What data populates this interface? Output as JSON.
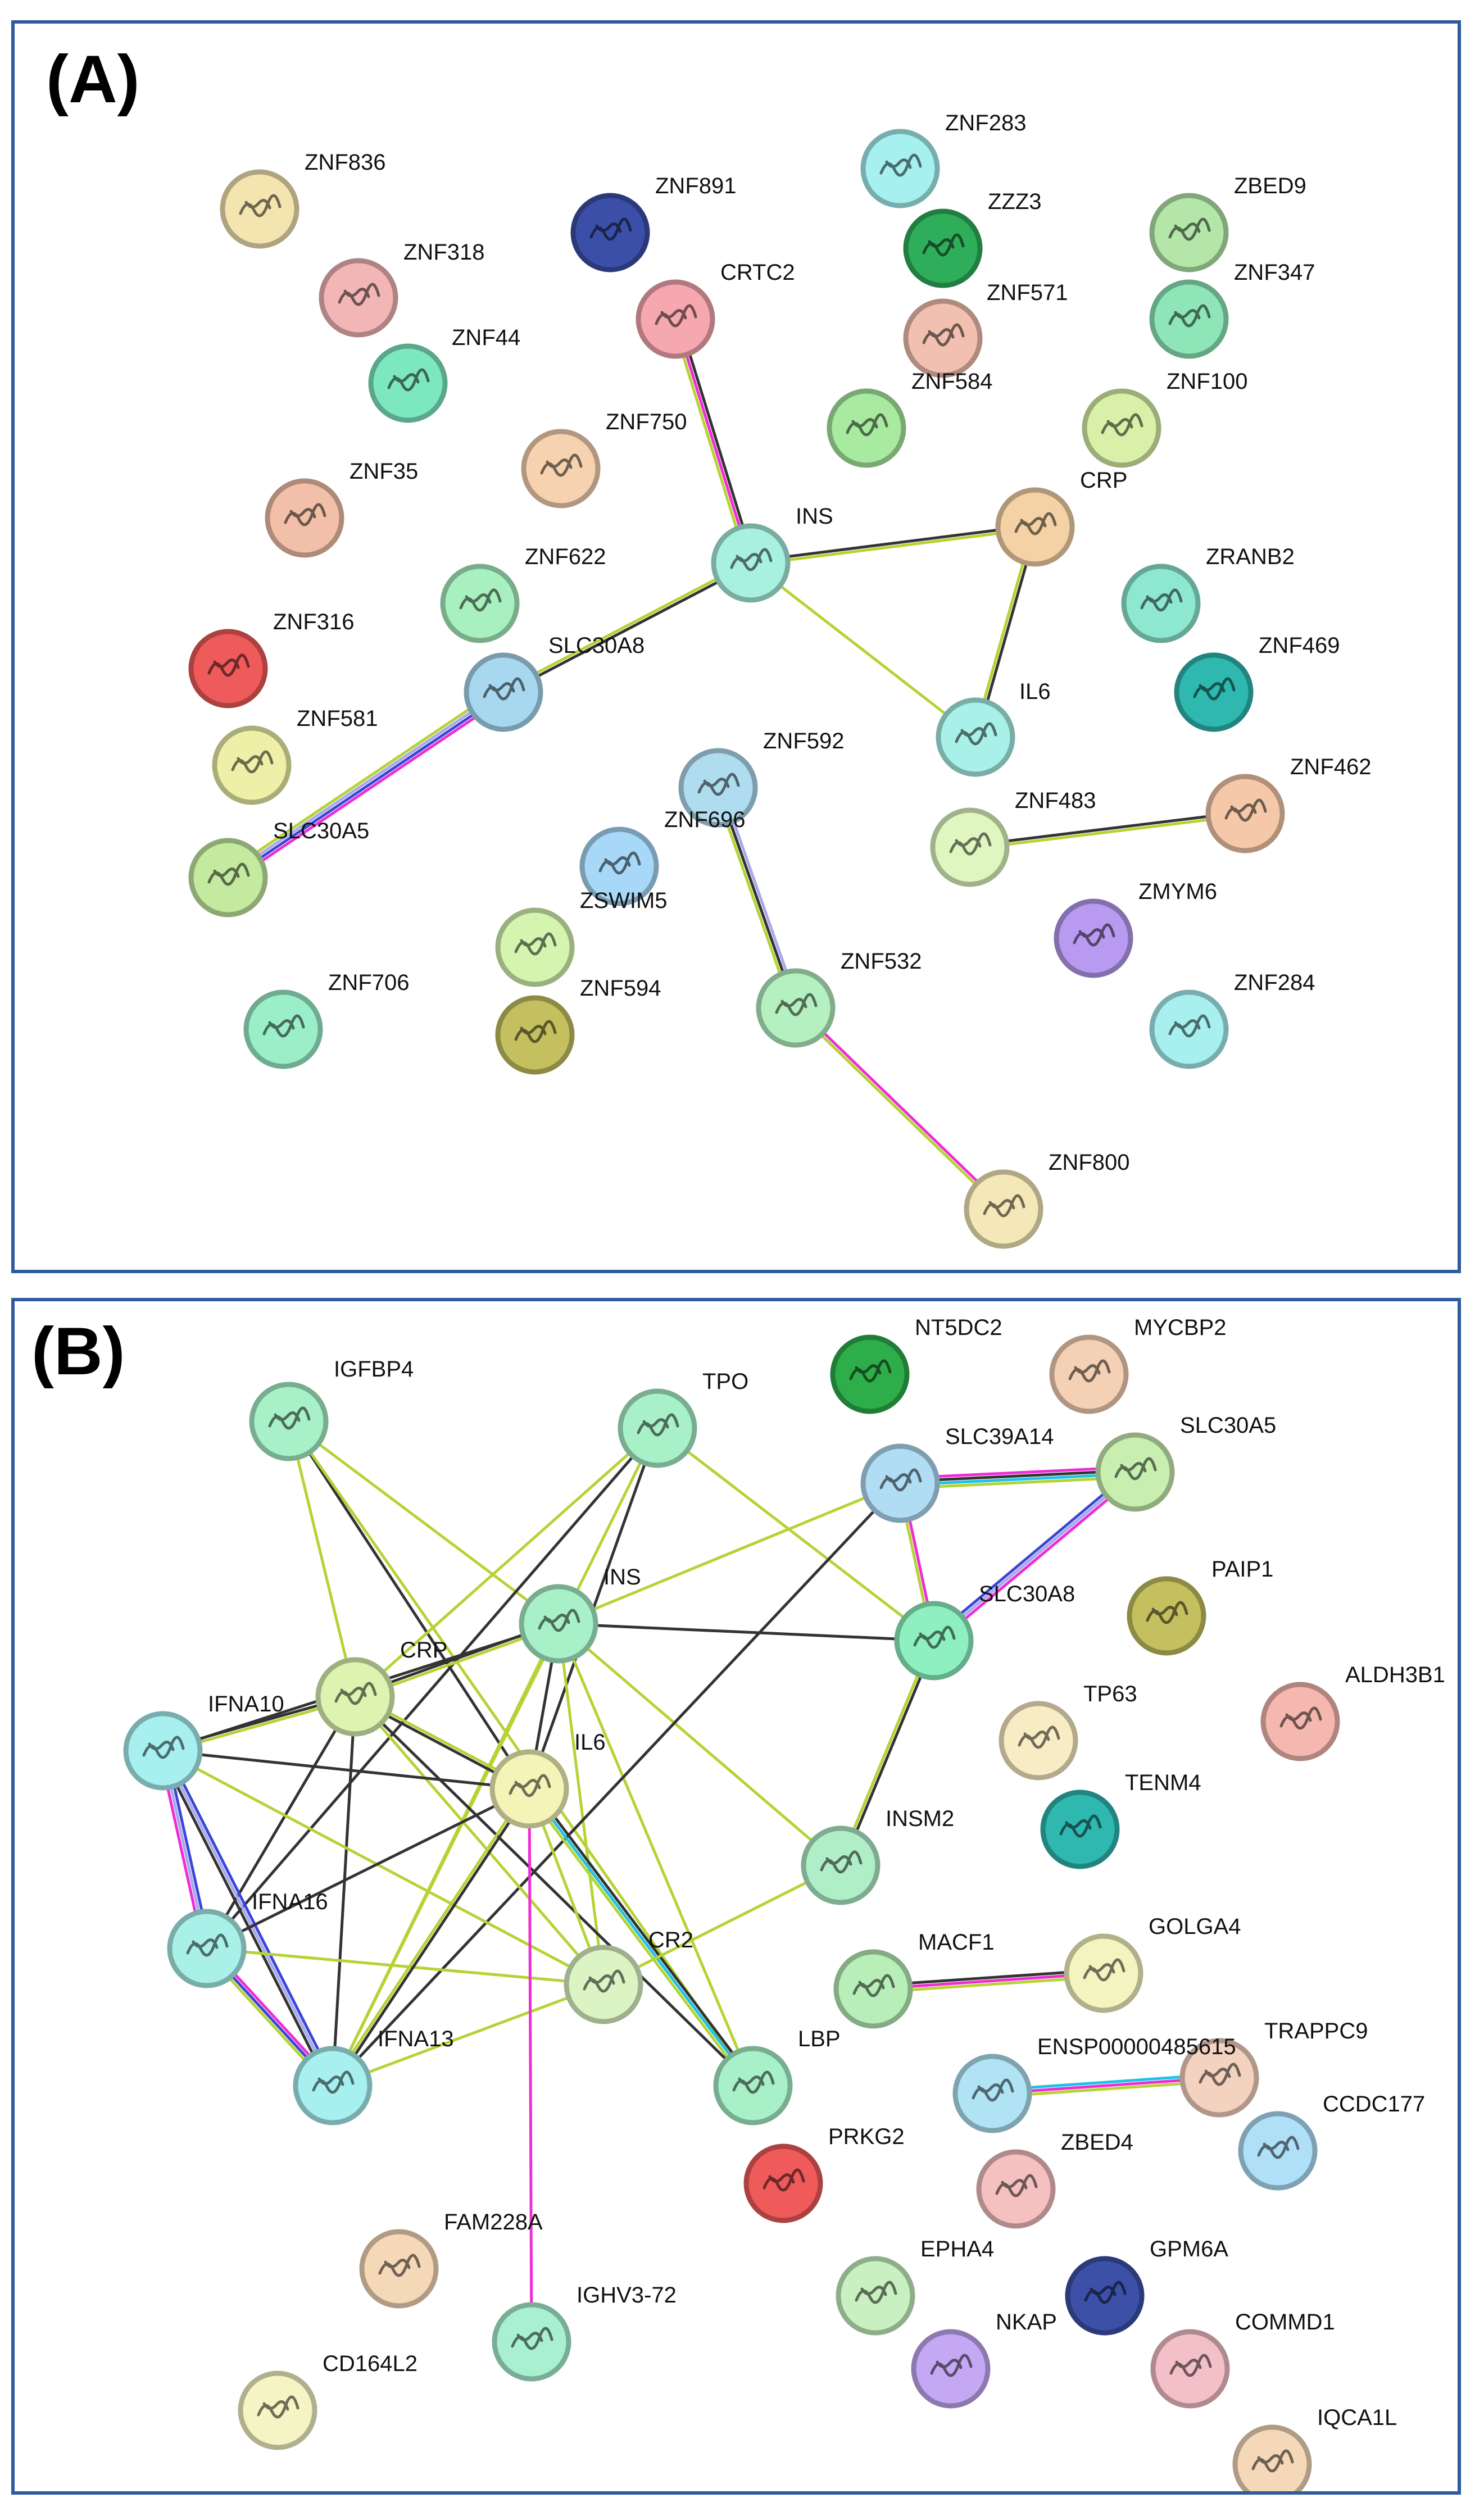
{
  "panels": {
    "a": {
      "label": "(A)"
    },
    "b": {
      "label": "(B)"
    }
  },
  "edge_colors": {
    "yellow_green": "#b5d334",
    "black": "#333333",
    "magenta": "#ee2dd4",
    "blue": "#3b46d6",
    "lavender": "#a8a8f0",
    "cyan": "#1cc3e6"
  },
  "network_a": {
    "nodes": [
      {
        "id": "ZNF836",
        "color": "#f3e4b0"
      },
      {
        "id": "ZNF891",
        "color": "#3c4fa8"
      },
      {
        "id": "ZNF283",
        "color": "#a6f0f0"
      },
      {
        "id": "ZNF318",
        "color": "#f2b6b6"
      },
      {
        "id": "CRTC2",
        "color": "#f6a8b0"
      },
      {
        "id": "ZZZ3",
        "color": "#2eae5a"
      },
      {
        "id": "ZBED9",
        "color": "#b3e6a8"
      },
      {
        "id": "ZNF44",
        "color": "#7de8c0"
      },
      {
        "id": "ZNF571",
        "color": "#f2c0b0"
      },
      {
        "id": "ZNF347",
        "color": "#8ee6b8"
      },
      {
        "id": "ZNF750",
        "color": "#f6d2b0"
      },
      {
        "id": "ZNF584",
        "color": "#a8eaa0"
      },
      {
        "id": "ZNF100",
        "color": "#d8f0a8"
      },
      {
        "id": "ZNF35",
        "color": "#f2bfa8"
      },
      {
        "id": "INS",
        "color": "#a8f0e0"
      },
      {
        "id": "CRP",
        "color": "#f4d2a6"
      },
      {
        "id": "ZNF622",
        "color": "#a8f0c0"
      },
      {
        "id": "ZRANB2",
        "color": "#8ee8d0"
      },
      {
        "id": "ZNF316",
        "color": "#ef5a5a"
      },
      {
        "id": "SLC30A8",
        "color": "#a8d8f0"
      },
      {
        "id": "ZNF469",
        "color": "#2eb8b0"
      },
      {
        "id": "IL6",
        "color": "#a8f0e8"
      },
      {
        "id": "ZNF581",
        "color": "#eef0a8"
      },
      {
        "id": "ZNF592",
        "color": "#b0dcf0"
      },
      {
        "id": "ZNF462",
        "color": "#f4c8a8"
      },
      {
        "id": "ZNF483",
        "color": "#e0f6c0"
      },
      {
        "id": "SLC30A5",
        "color": "#c4eaa0"
      },
      {
        "id": "ZNF696",
        "color": "#a8d8f8"
      },
      {
        "id": "ZMYM6",
        "color": "#b89af0"
      },
      {
        "id": "ZSWIM5",
        "color": "#d4f4b0"
      },
      {
        "id": "ZNF532",
        "color": "#b4f0c0"
      },
      {
        "id": "ZNF706",
        "color": "#9aeec8"
      },
      {
        "id": "ZNF594",
        "color": "#c4c060"
      },
      {
        "id": "ZNF284",
        "color": "#a8f0f0"
      },
      {
        "id": "ZNF800",
        "color": "#f4e8b8"
      }
    ],
    "edges": [
      {
        "from": "CRTC2",
        "to": "INS",
        "types": [
          "black",
          "magenta",
          "yellow_green"
        ]
      },
      {
        "from": "INS",
        "to": "CRP",
        "types": [
          "black",
          "yellow_green"
        ]
      },
      {
        "from": "INS",
        "to": "IL6",
        "types": [
          "yellow_green"
        ]
      },
      {
        "from": "CRP",
        "to": "IL6",
        "types": [
          "black",
          "yellow_green"
        ]
      },
      {
        "from": "INS",
        "to": "SLC30A8",
        "types": [
          "black",
          "yellow_green"
        ]
      },
      {
        "from": "SLC30A8",
        "to": "SLC30A5",
        "types": [
          "magenta",
          "blue",
          "lavender",
          "yellow_green"
        ]
      },
      {
        "from": "ZNF592",
        "to": "ZNF532",
        "types": [
          "lavender",
          "black",
          "yellow_green"
        ]
      },
      {
        "from": "ZNF532",
        "to": "ZNF800",
        "types": [
          "magenta",
          "yellow_green"
        ]
      },
      {
        "from": "ZNF483",
        "to": "ZNF462",
        "types": [
          "black",
          "yellow_green"
        ]
      }
    ]
  },
  "network_b": {
    "nodes": [
      {
        "id": "IGFBP4",
        "color": "#a8f0c8"
      },
      {
        "id": "TPO",
        "color": "#a8f0c8"
      },
      {
        "id": "NT5DC2",
        "color": "#2eae4a"
      },
      {
        "id": "MYCBP2",
        "color": "#f4d0b4"
      },
      {
        "id": "SLC39A14",
        "color": "#b0dcf4"
      },
      {
        "id": "SLC30A5",
        "color": "#c8eeb0"
      },
      {
        "id": "INS",
        "color": "#a8f0c8"
      },
      {
        "id": "SLC30A8",
        "color": "#8ef0c0"
      },
      {
        "id": "PAIP1",
        "color": "#c4c060"
      },
      {
        "id": "CRP",
        "color": "#dcf4b0"
      },
      {
        "id": "ALDH3B1",
        "color": "#f4b8b0"
      },
      {
        "id": "IFNA10",
        "color": "#a8f0f0"
      },
      {
        "id": "TP63",
        "color": "#f8ecc4"
      },
      {
        "id": "IL6",
        "color": "#f4f4b8"
      },
      {
        "id": "TENM4",
        "color": "#2eb8b0"
      },
      {
        "id": "INSM2",
        "color": "#b0eec8"
      },
      {
        "id": "IFNA16",
        "color": "#a8f0e8"
      },
      {
        "id": "MACF1",
        "color": "#b8eeb8"
      },
      {
        "id": "GOLGA4",
        "color": "#f4f4c0"
      },
      {
        "id": "CR2",
        "color": "#dcf4c4"
      },
      {
        "id": "TRAPPC9",
        "color": "#f4d2c0"
      },
      {
        "id": "ENSP00000485615",
        "color": "#b0e4f4"
      },
      {
        "id": "IFNA13",
        "color": "#a8f0f0"
      },
      {
        "id": "LBP",
        "color": "#a8f0c8"
      },
      {
        "id": "CCDC177",
        "color": "#b0e0f8"
      },
      {
        "id": "PRKG2",
        "color": "#ef5a5a"
      },
      {
        "id": "ZBED4",
        "color": "#f4c0c0"
      },
      {
        "id": "FAM228A",
        "color": "#f4d8b8"
      },
      {
        "id": "EPHA4",
        "color": "#c8f0c0"
      },
      {
        "id": "GPM6A",
        "color": "#3c50a8"
      },
      {
        "id": "IGHV3-72",
        "color": "#a8f0d0"
      },
      {
        "id": "NKAP",
        "color": "#c4a8f4"
      },
      {
        "id": "COMMD1",
        "color": "#f4c0c8"
      },
      {
        "id": "CD164L2",
        "color": "#f4f4c4"
      },
      {
        "id": "IQCA1L",
        "color": "#f4d8b8"
      }
    ],
    "edges": [
      {
        "from": "IGFBP4",
        "to": "CRP",
        "types": [
          "yellow_green"
        ]
      },
      {
        "from": "IGFBP4",
        "to": "IL6",
        "types": [
          "black"
        ]
      },
      {
        "from": "IGFBP4",
        "to": "INS",
        "types": [
          "yellow_green"
        ]
      },
      {
        "from": "IGFBP4",
        "to": "LBP",
        "types": [
          "yellow_green"
        ]
      },
      {
        "from": "TPO",
        "to": "CRP",
        "types": [
          "yellow_green"
        ]
      },
      {
        "from": "TPO",
        "to": "IL6",
        "types": [
          "black"
        ]
      },
      {
        "from": "TPO",
        "to": "IFNA13",
        "types": [
          "yellow_green"
        ]
      },
      {
        "from": "TPO",
        "to": "IFNA16",
        "types": [
          "black"
        ]
      },
      {
        "from": "TPO",
        "to": "SLC30A8",
        "types": [
          "yellow_green"
        ]
      },
      {
        "from": "INS",
        "to": "SLC30A8",
        "types": [
          "black"
        ]
      },
      {
        "from": "INS",
        "to": "CRP",
        "types": [
          "yellow_green",
          "black"
        ]
      },
      {
        "from": "INS",
        "to": "IL6",
        "types": [
          "black"
        ]
      },
      {
        "from": "INS",
        "to": "IFNA10",
        "types": [
          "black"
        ]
      },
      {
        "from": "INS",
        "to": "IFNA13",
        "types": [
          "yellow_green"
        ]
      },
      {
        "from": "INS",
        "to": "LBP",
        "types": [
          "yellow_green"
        ]
      },
      {
        "from": "INS",
        "to": "INSM2",
        "types": [
          "yellow_green"
        ]
      },
      {
        "from": "INS",
        "to": "CR2",
        "types": [
          "yellow_green"
        ]
      },
      {
        "from": "INS",
        "to": "SLC39A14",
        "types": [
          "yellow_green"
        ]
      },
      {
        "from": "SLC39A14",
        "to": "SLC30A5",
        "types": [
          "magenta",
          "black",
          "cyan",
          "yellow_green"
        ]
      },
      {
        "from": "SLC39A14",
        "to": "SLC30A8",
        "types": [
          "magenta",
          "yellow_green"
        ]
      },
      {
        "from": "SLC39A14",
        "to": "IFNA13",
        "types": [
          "black"
        ]
      },
      {
        "from": "SLC30A5",
        "to": "SLC30A8",
        "types": [
          "magenta",
          "lavender",
          "blue"
        ]
      },
      {
        "from": "SLC30A8",
        "to": "INSM2",
        "types": [
          "black",
          "yellow_green"
        ]
      },
      {
        "from": "CRP",
        "to": "IFNA10",
        "types": [
          "yellow_green",
          "black"
        ]
      },
      {
        "from": "CRP",
        "to": "IL6",
        "types": [
          "yellow_green",
          "black"
        ]
      },
      {
        "from": "CRP",
        "to": "IFNA16",
        "types": [
          "black"
        ]
      },
      {
        "from": "CRP",
        "to": "IFNA13",
        "types": [
          "black"
        ]
      },
      {
        "from": "CRP",
        "to": "LBP",
        "types": [
          "black"
        ]
      },
      {
        "from": "CRP",
        "to": "CR2",
        "types": [
          "yellow_green"
        ]
      },
      {
        "from": "IFNA10",
        "to": "IFNA16",
        "types": [
          "blue",
          "lavender",
          "magenta"
        ]
      },
      {
        "from": "IFNA10",
        "to": "IFNA13",
        "types": [
          "blue",
          "lavender",
          "black"
        ]
      },
      {
        "from": "IFNA10",
        "to": "IL6",
        "types": [
          "black"
        ]
      },
      {
        "from": "IFNA10",
        "to": "CR2",
        "types": [
          "yellow_green"
        ]
      },
      {
        "from": "IFNA16",
        "to": "IFNA13",
        "types": [
          "magenta",
          "blue",
          "yellow_green"
        ]
      },
      {
        "from": "IFNA16",
        "to": "IL6",
        "types": [
          "black"
        ]
      },
      {
        "from": "IFNA16",
        "to": "CR2",
        "types": [
          "yellow_green"
        ]
      },
      {
        "from": "IFNA13",
        "to": "IL6",
        "types": [
          "yellow_green",
          "black"
        ]
      },
      {
        "from": "IFNA13",
        "to": "CR2",
        "types": [
          "yellow_green"
        ]
      },
      {
        "from": "IL6",
        "to": "LBP",
        "types": [
          "black",
          "cyan",
          "yellow_green"
        ]
      },
      {
        "from": "IL6",
        "to": "CR2",
        "types": [
          "yellow_green"
        ]
      },
      {
        "from": "IL6",
        "to": "IGHV3-72",
        "types": [
          "magenta"
        ]
      },
      {
        "from": "INSM2",
        "to": "CR2",
        "types": [
          "yellow_green"
        ]
      },
      {
        "from": "MACF1",
        "to": "GOLGA4",
        "types": [
          "black",
          "magenta",
          "yellow_green"
        ]
      },
      {
        "from": "ENSP00000485615",
        "to": "TRAPPC9",
        "types": [
          "cyan",
          "magenta",
          "yellow_green"
        ]
      }
    ]
  }
}
